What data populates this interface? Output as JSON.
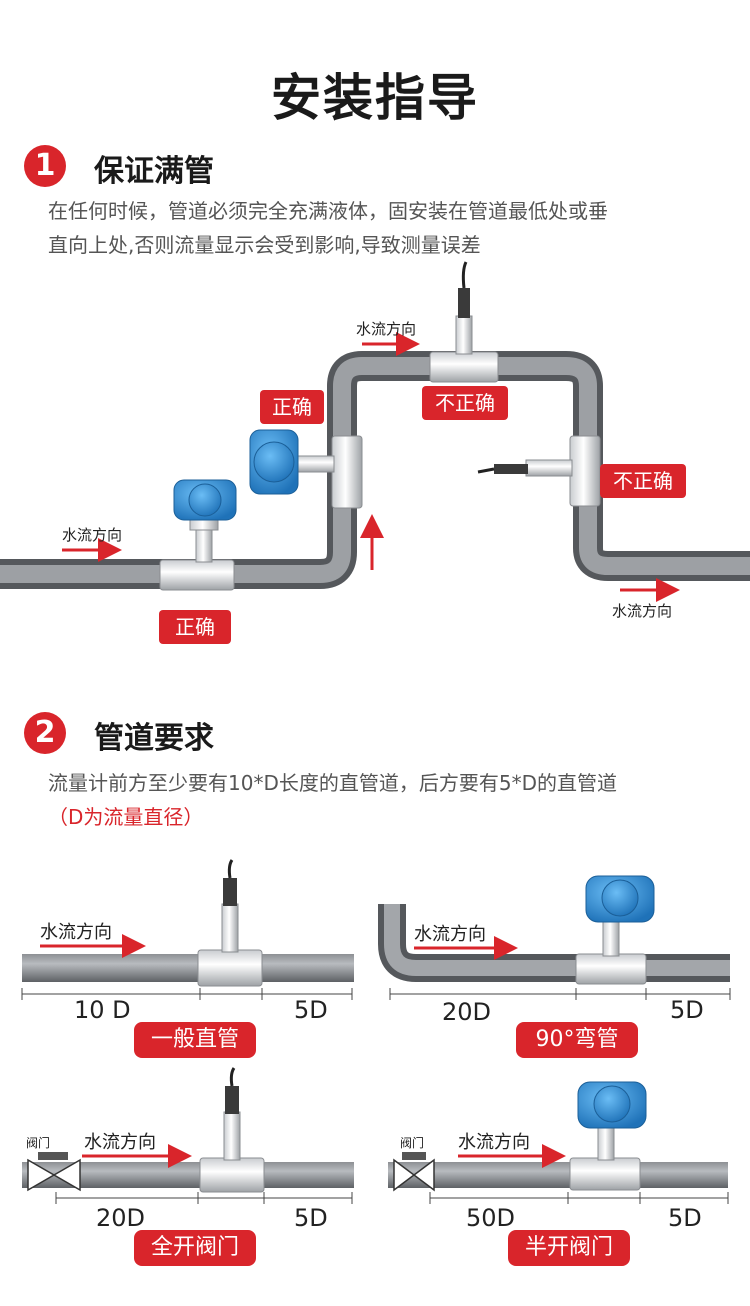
{
  "title": "安装指导",
  "section1": {
    "number": "1",
    "heading": "保证满管",
    "text_line1": "在任何时候，管道必须完全充满液体，固安装在管道最低处或垂",
    "text_line2": "直向上处,否则流量显示会受到影响,导致测量误差",
    "flow_label": "水流方向",
    "correct": "正确",
    "incorrect": "不正确"
  },
  "section2": {
    "number": "2",
    "heading": "管道要求",
    "text_line1": "流量计前方至少要有10*D长度的直管道，后方要有5*D的直管道",
    "text_line2": "（D为流量直径）",
    "flow_label": "水流方向",
    "valve_label": "阀门",
    "cases": [
      {
        "upstream": "10 D",
        "downstream": "5D",
        "label": "一般直管"
      },
      {
        "upstream": "20D",
        "downstream": "5D",
        "label": "90°弯管"
      },
      {
        "upstream": "20D",
        "downstream": "5D",
        "label": "全开阀门"
      },
      {
        "upstream": "50D",
        "downstream": "5D",
        "label": "半开阀门"
      }
    ]
  },
  "colors": {
    "accent": "#d9252b",
    "pipe": "#6b6e72",
    "pipe_light": "#9a9da1",
    "meter_blue": "#2f8fd8"
  }
}
